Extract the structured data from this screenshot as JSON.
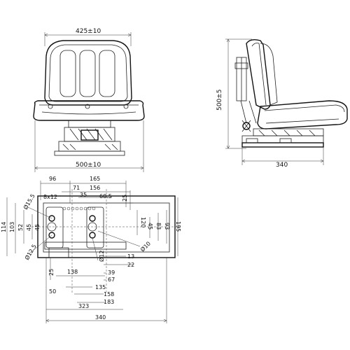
{
  "front_view": {
    "top_width": "425±10",
    "bottom_width": "500±10"
  },
  "side_view": {
    "height": "500±5",
    "depth": "340"
  },
  "bottom_view": {
    "top_dims": [
      "96",
      "165",
      "71",
      "156",
      "60.5",
      "35",
      "25",
      "8x12"
    ],
    "left_dims": [
      "114",
      "103",
      "52",
      "45",
      "45"
    ],
    "right_dims": [
      "120",
      "45",
      "83",
      "93",
      "195"
    ],
    "diameter_labels": [
      "Ø15.5",
      "Ø12.5",
      "Ø12",
      "Ø10"
    ],
    "right_small_dims": [
      "13",
      "22",
      "39",
      "67"
    ],
    "bottom_dims": [
      "25",
      "138",
      "50",
      "135",
      "158",
      "183",
      "323",
      "340"
    ]
  }
}
